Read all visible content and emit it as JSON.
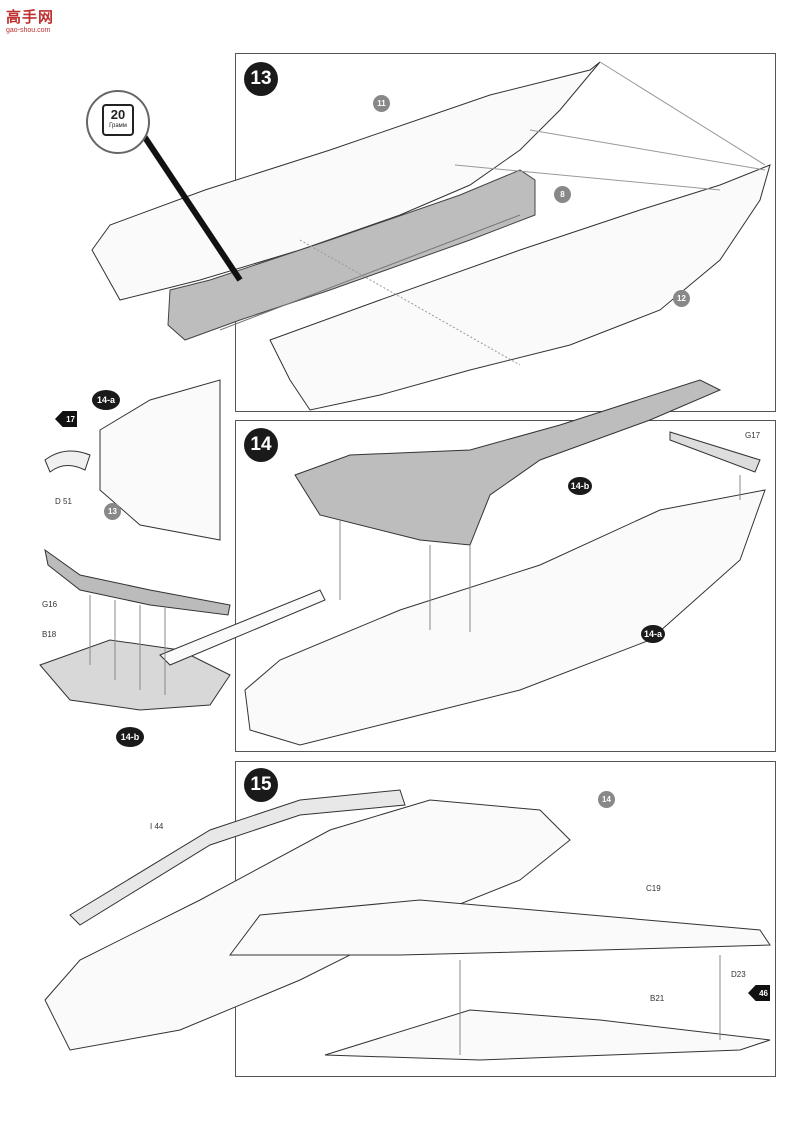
{
  "watermark": {
    "title": "高手网",
    "url": "gao-shou.com"
  },
  "weight_badge": {
    "value": "20",
    "unit": "Грамм"
  },
  "steps": {
    "s13": "13",
    "s14": "14",
    "s15": "15"
  },
  "subassemblies": {
    "a": "14-a",
    "b": "14-b",
    "a_in14": "14-a",
    "b_in14": "14-b"
  },
  "part_refs": {
    "p11": "11",
    "p8": "8",
    "p12": "12",
    "p13": "13",
    "p14": "14"
  },
  "labels": {
    "d51": "D 51",
    "g16": "G16",
    "b18": "B18",
    "g17": "G17",
    "i44": "I 44",
    "c19": "C19",
    "b21": "B21",
    "d23": "D23"
  },
  "step_refs": {
    "r17": "17",
    "r46": "46"
  }
}
